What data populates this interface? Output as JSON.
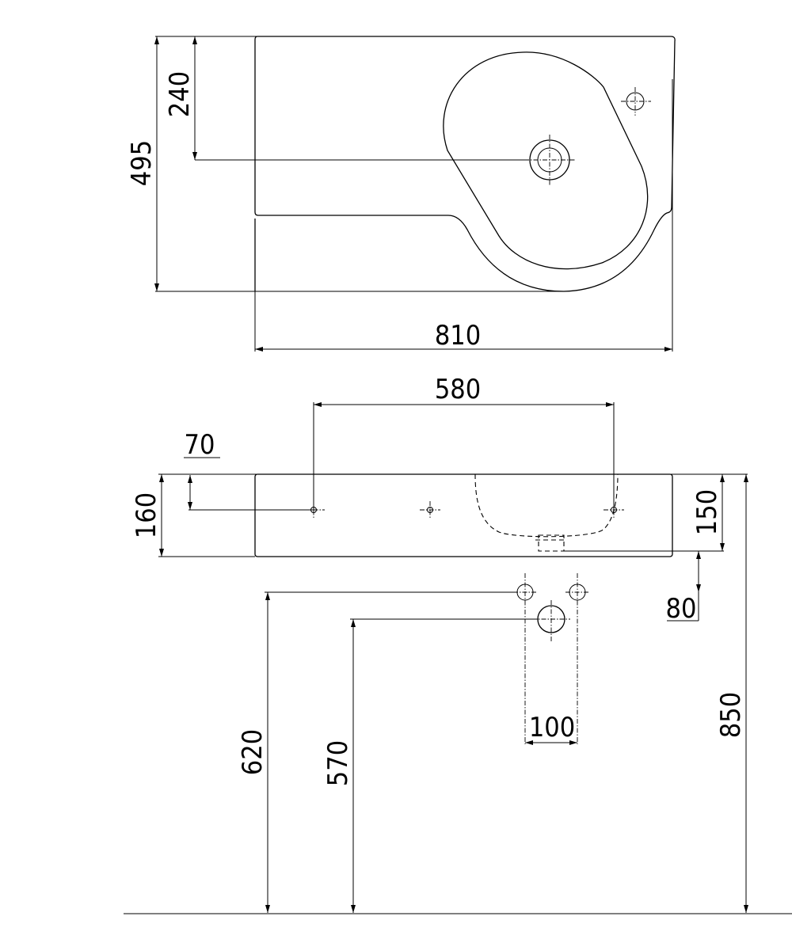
{
  "dimensions": {
    "top_width": "810",
    "top_depth": "495",
    "drain_offset": "240",
    "hole_spacing": "580",
    "hole_from_top": "70",
    "front_height": "160",
    "bowl_depth": "150",
    "pipe_offset": "80",
    "supply_spacing": "100",
    "supply_height": "620",
    "drain_height": "570",
    "rim_height": "850"
  }
}
